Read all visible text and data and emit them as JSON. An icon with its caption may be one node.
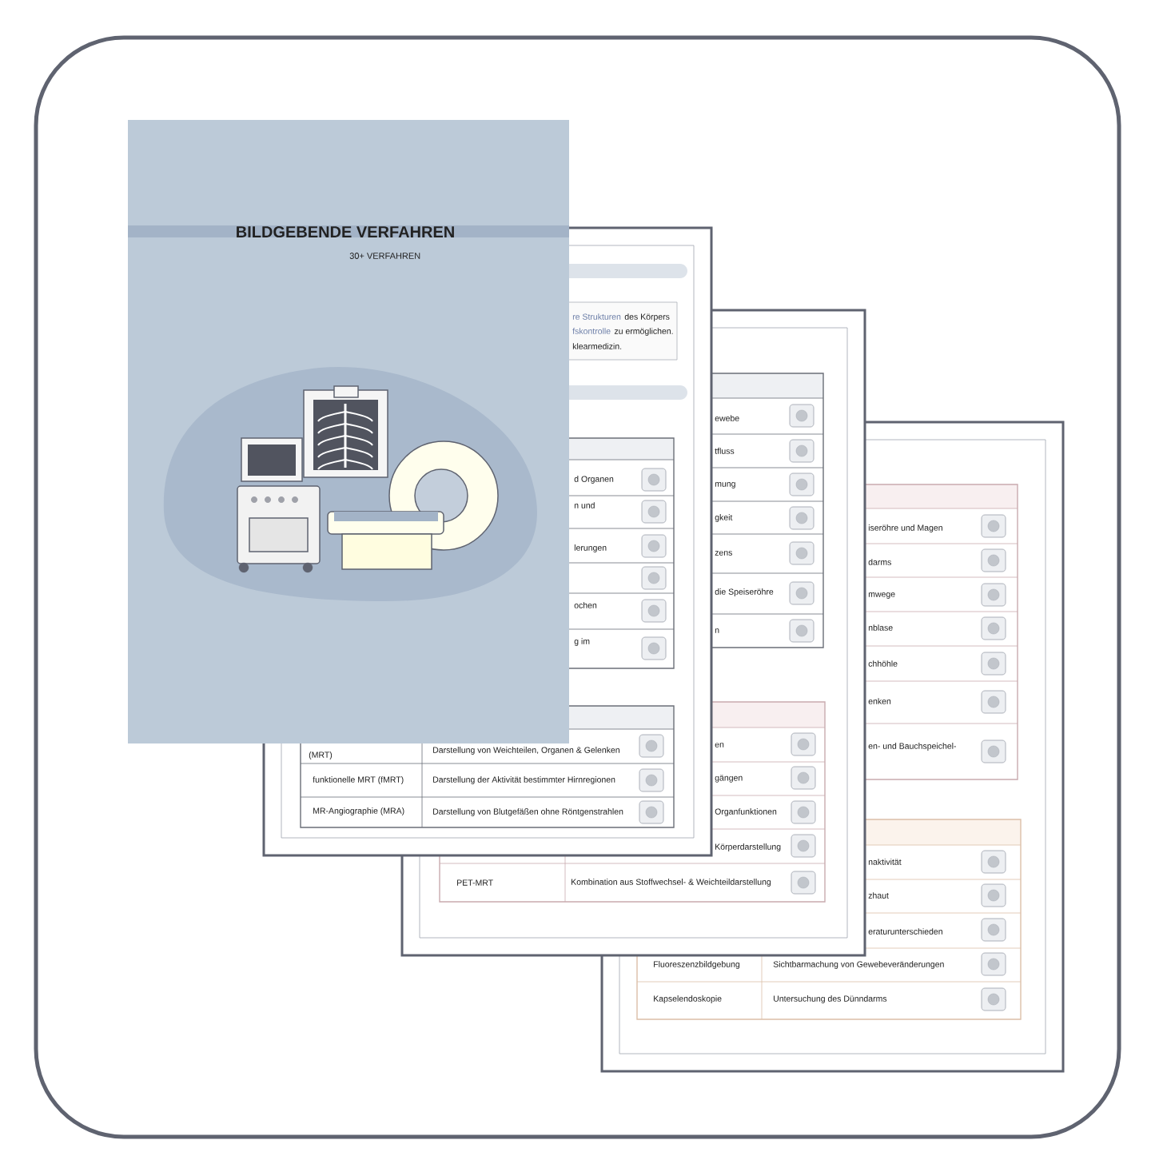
{
  "diagram": {
    "title": "BILDGEBENDE VERFAHREN",
    "labels": [
      "30+ VERFAHREN",
      "re Strukturen",
      "des Körpers",
      "fskontrolle",
      "zu ermöglichen.",
      "klearmedizin.",
      "d Organen",
      "n und",
      "lerungen",
      "ochen",
      "g im",
      "(MRT)",
      "Darstellung von Weichteilen, Organen & Gelenken",
      "funktionelle MRT (fMRT)",
      "Darstellung der Aktivität bestimmter Hirnregionen",
      "MR-Angiographie (MRA)",
      "Darstellung von Blutgefäßen ohne Röntgenstrahlen",
      "ewebe",
      "tfluss",
      "mung",
      "gkeit",
      "zens",
      "die Speiseröhre",
      "n",
      "en",
      "gängen",
      "Organfunktionen",
      "Körperdarstellung",
      "PET-MRT",
      "Kombination aus Stoffwechsel- & Weichteildarstellung",
      "iseröhre und Magen",
      "darms",
      "mwege",
      "nblase",
      "chhöhle",
      "enken",
      "en- und Bauchspeichel-",
      "naktivität",
      "zhaut",
      "eraturunterschieden",
      "Fluoreszenzbildgebung",
      "Sichtbarmachung von Gewebeveränderungen",
      "Kapselendoskopie",
      "Untersuchung des Dünndarms"
    ]
  }
}
